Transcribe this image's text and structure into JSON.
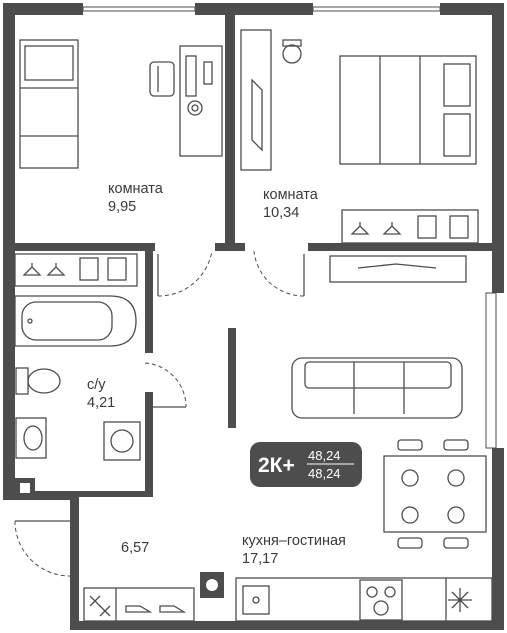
{
  "rooms": [
    {
      "name": "комната",
      "area": "9,95"
    },
    {
      "name": "комната",
      "area": "10,34"
    },
    {
      "name": "с/у",
      "area": "4,21"
    },
    {
      "name": "",
      "area": "6,57"
    },
    {
      "name": "кухня–гостиная",
      "area": "17,17"
    }
  ],
  "badge": {
    "type": "2К+",
    "area_top": "48,24",
    "area_bottom": "48,24"
  },
  "colors": {
    "wall": "#4d4d4d",
    "badge": "#4d4d4d",
    "background": "#ffffff"
  }
}
